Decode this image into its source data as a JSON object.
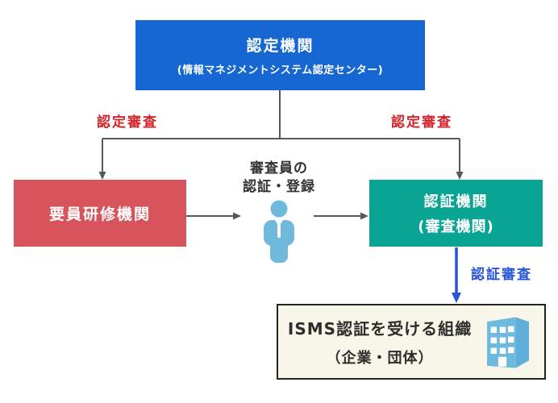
{
  "page": {
    "background": "#ffffff"
  },
  "diagram": {
    "accreditation_body": {
      "title": "認定機関",
      "subtitle": "(情報マネジメントシステム認定センター)"
    },
    "training_body": {
      "title": "要員研修機関"
    },
    "certification_body": {
      "title": "認証機関",
      "subtitle": "(審査機関)"
    },
    "organization_box": {
      "title": "ISMS認証を受ける組織",
      "subtitle": "（企業・団体）"
    },
    "edge_labels": {
      "accreditation_audit_left": "認定審査",
      "accreditation_audit_right": "認定審査",
      "certification_audit": "認証審査",
      "auditor_cert_line1": "審査員の",
      "auditor_cert_line2": "認証・登録"
    },
    "icons": {
      "auditor_person": "person-icon",
      "organization_building": "building-icon"
    },
    "colors": {
      "accreditation_blue": "#1767d2",
      "training_red": "#d8545c",
      "certification_teal": "#0aa494",
      "label_red": "#d2232a",
      "label_blue": "#2754d8",
      "arrow_gray": "#54585c",
      "icon_blue": "#6fb9dd",
      "icon_blue_side": "#5fafd8",
      "organization_bg": "#f8f6e9",
      "organization_border": "#222222",
      "text_dark": "#333333"
    }
  }
}
